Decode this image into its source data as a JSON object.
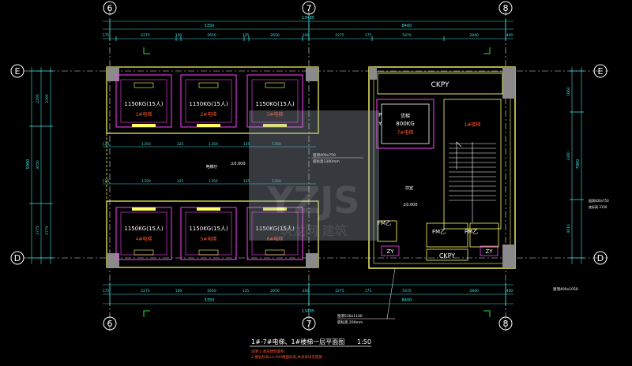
{
  "grid": {
    "col_6": "6",
    "col_7": "7",
    "col_8": "8",
    "row_e": "E",
    "row_d": "D"
  },
  "dims": {
    "top_overall": "13485",
    "top_span_67": "5350",
    "top_span_78": "8400",
    "top_segs": [
      "175",
      "2275",
      "100",
      "2650",
      "125",
      "2650",
      "200",
      "2275",
      "175"
    ],
    "top_segs_right": [
      "5470",
      "2840",
      "400"
    ],
    "bottom_overall": "13485",
    "bottom_span_67": "5350",
    "bottom_span_78": "8400",
    "mid_segs": [
      "125",
      "1350",
      "125"
    ],
    "left_overall": "5900",
    "left_segs": [
      "2295",
      "3050",
      "2775"
    ],
    "right_overall": "7800",
    "right_segs": [
      "1660",
      "3380",
      "4010"
    ],
    "note_door_right": "窗洞400x750",
    "note_sill_right": "底标高 3150"
  },
  "elevators": {
    "capacity": "1150KG(15人)",
    "names_top": [
      "1#电梯",
      "2#电梯",
      "3#电梯"
    ],
    "names_bottom": [
      "4#电梯",
      "5#电梯",
      "6#电梯"
    ],
    "freight_capacity": "800KG",
    "freight_name_1": "货梯",
    "freight_name_2": "7#电梯",
    "stair_name": "1#楼梯"
  },
  "rooms": {
    "ckpy_top": "CKPY",
    "ckpy_bottom": "CKPY",
    "hall_label": "电梯厅",
    "lobby_label": "前室",
    "fm_left": "FM乙",
    "fm_mid": "FM乙",
    "fm_right": "FM乙",
    "zy_left": "ZY",
    "zy_right": "ZY",
    "py_label": "P",
    "y_label": "Y",
    "level_hall": "±0.000",
    "level_lobby": "±0.000",
    "window_note_1": "窗洞400x750",
    "window_note_2": "底标高1300mm",
    "bottom_window_1": "窗洞530x1100",
    "bottom_window_2": "底标高 200mm",
    "right_bottom_note": "窗洞400x1050"
  },
  "title": {
    "main": "1#-7#电梯、1#楼梯一层平面图",
    "scale": "1:50",
    "note_1": "说明:1.本层建筑面积,",
    "note_2": "2.楼层标高±0.000楼面标高,本具体详见建施"
  },
  "watermark": {
    "text": "YZJS",
    "sub": "筑龙网 建筑"
  },
  "colors": {
    "wall": "#ffff66",
    "dim": "#40e0e0",
    "box": "#ff40ff",
    "text_red": "#ff5533",
    "text_green": "#30e030",
    "cyan_box": "#00e5e5",
    "column": "#8a8a8a"
  }
}
